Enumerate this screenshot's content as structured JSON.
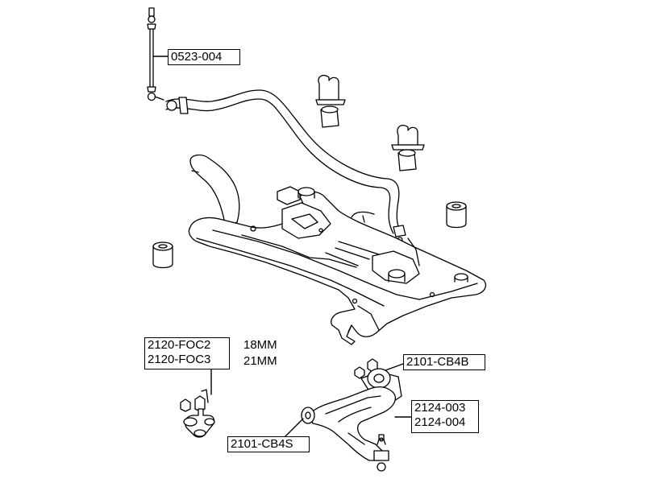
{
  "callouts": {
    "stabilizer_link": "0523-004",
    "ball_joint_18": "2120-FOC2",
    "ball_joint_21": "2120-FOC3",
    "size_18": "18MM",
    "size_21": "21MM",
    "arm_bushing_rear": "2101-CB4B",
    "arm_bushing_front": "2101-CB4S",
    "control_arm_left": "2124-003",
    "control_arm_right": "2124-004"
  }
}
